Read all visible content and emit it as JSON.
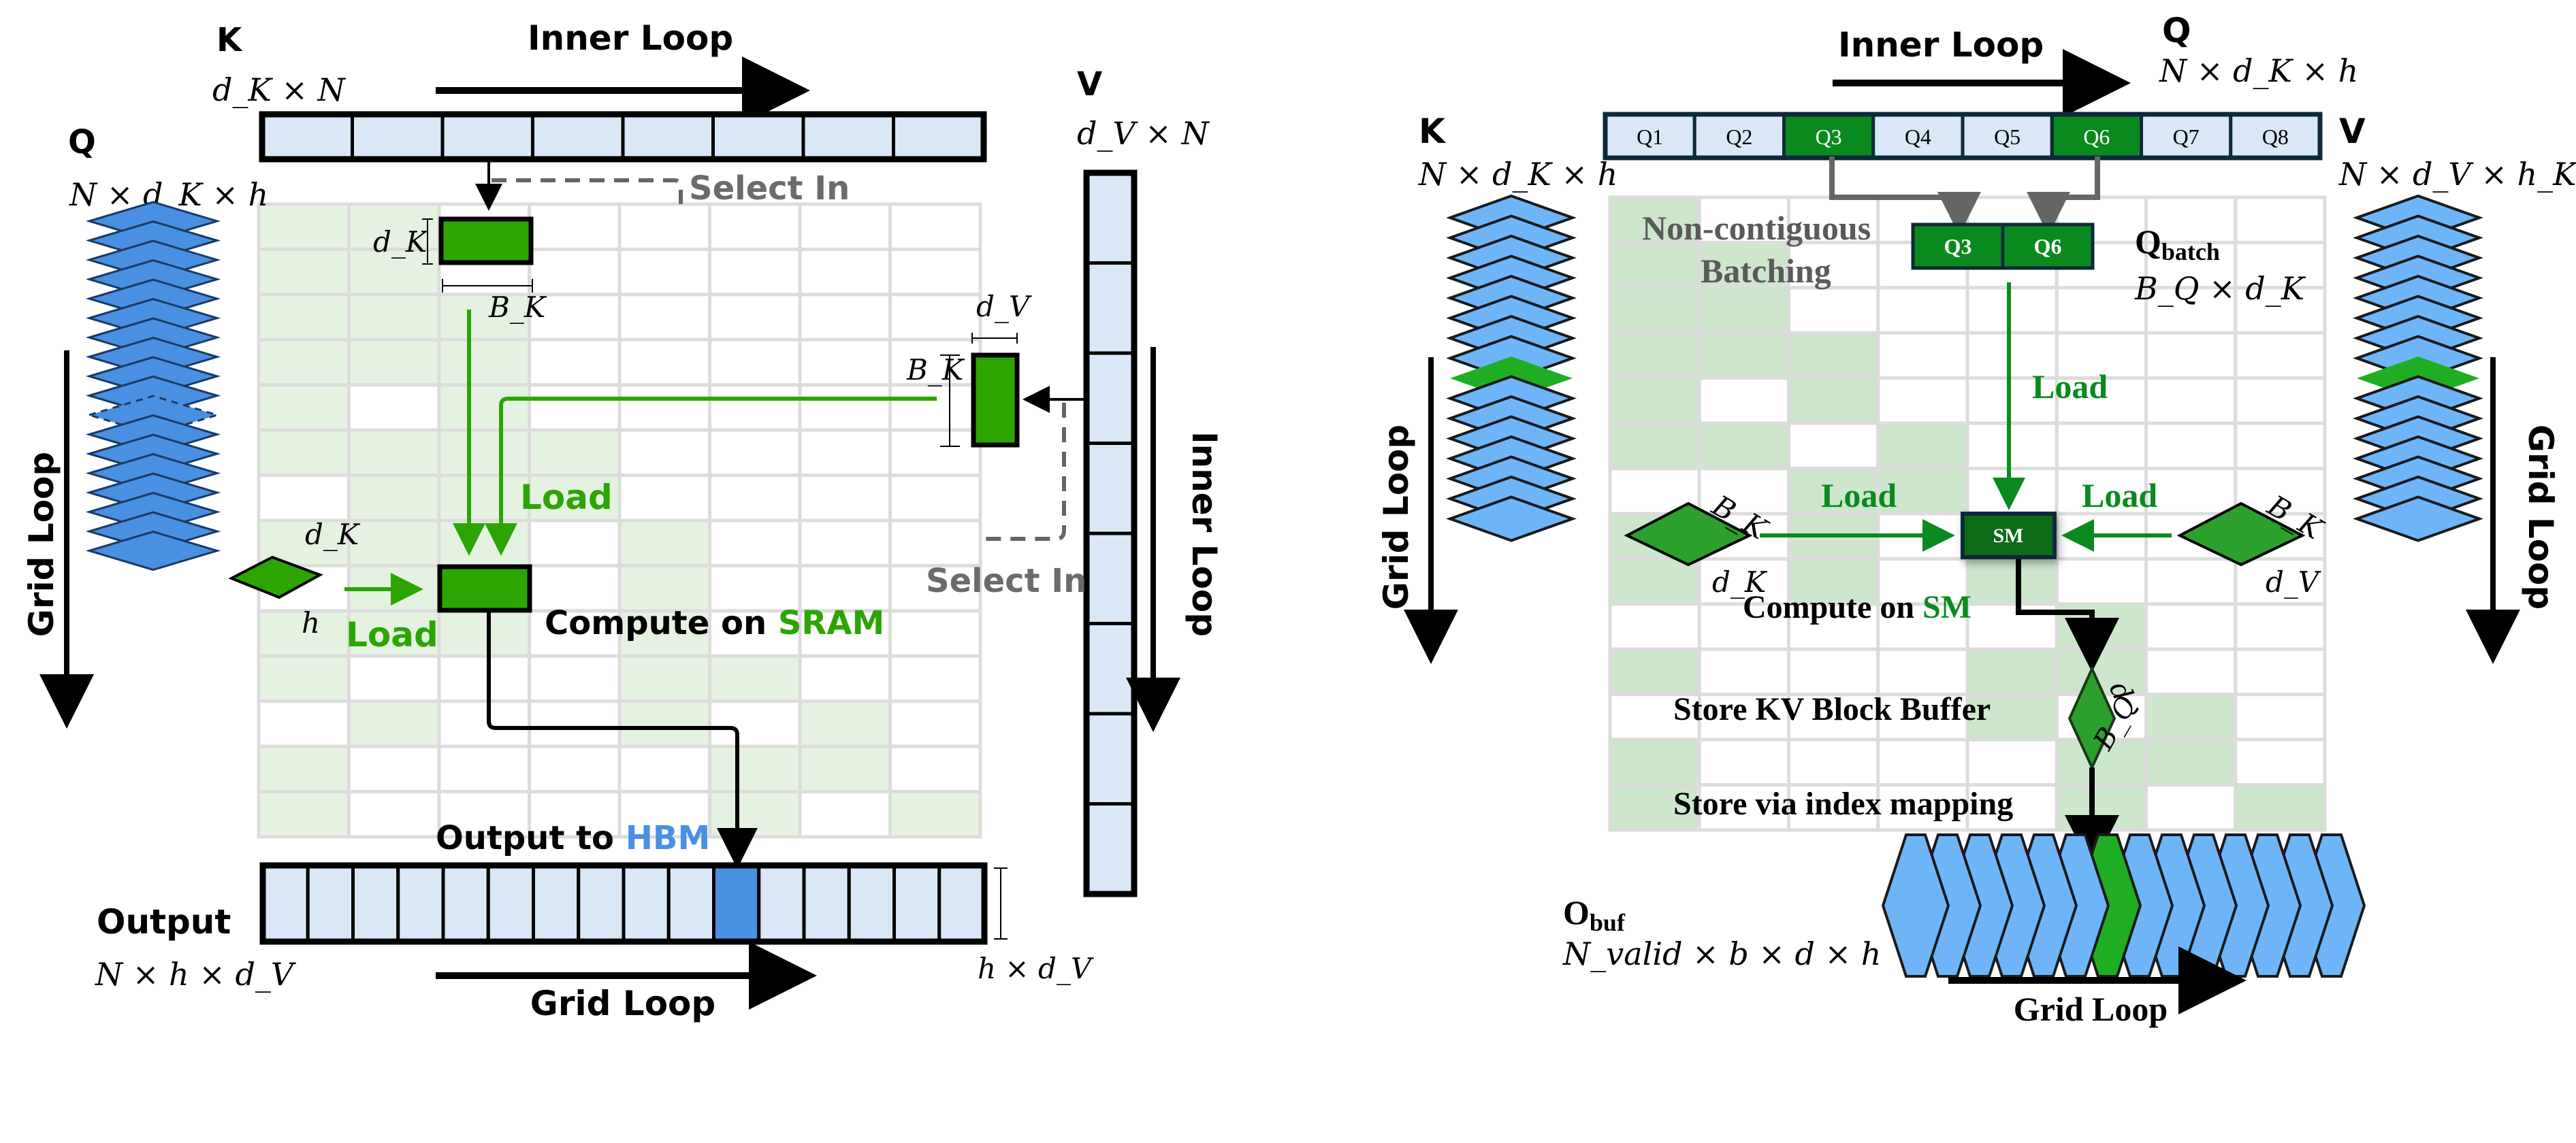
{
  "colors": {
    "cell_light_blue": "#dae7f7",
    "grid_line": "#dcdcdc",
    "grid_green_left": "#e6f2e1",
    "grid_green_right": "#cde6cc",
    "green_block": "#2ca502",
    "green_dark": "#0a8a1e",
    "sm_dark": "#0b6b18",
    "q_blue_left": "#4a90e2",
    "q_blue_right": "#6eb5f8",
    "hbm_blue": "#4a90e2",
    "select_gray": "#6b6b6b",
    "load_green": "#2ca502",
    "load_green_right": "#0a8a1e"
  },
  "left_panel": {
    "k_title": "K",
    "k_dims": "d_K × N",
    "q_title": "Q",
    "q_dims": "N × d_K × h",
    "v_title": "V",
    "v_dims": "d_V × N",
    "inner_loop_top": "Inner Loop",
    "inner_loop_side": "Inner Loop",
    "grid_loop_side": "Grid Loop",
    "grid_loop_bottom": "Grid Loop",
    "select_in_k": "Select In",
    "select_in_v": "Select In",
    "k_block_height_label": "d_K",
    "k_block_width_label": "B_K",
    "v_block_height_label": "B_K",
    "v_block_width_label": "d_V",
    "q_tile_label_top": "d_K",
    "q_tile_label_bottom": "h",
    "load_center": "Load",
    "load_q": "Load",
    "compute_prefix": "Compute on ",
    "compute_highlight": "SRAM",
    "output_prefix": "Output to ",
    "output_highlight": "HBM",
    "output_title": "Output",
    "output_dims": "N × h × d_V",
    "output_cell_dims": "h × d_V",
    "k_cells": 8,
    "v_cells": 8,
    "output_cells": 16,
    "output_highlight_index": 10,
    "q_stack_count": 18,
    "q_stack_selected_index": 10,
    "grid_cols": 8,
    "grid_rows": 14,
    "grid_green_cells": [
      [
        0,
        0
      ],
      [
        0,
        1
      ],
      [
        1,
        0
      ],
      [
        1,
        1
      ],
      [
        2,
        0
      ],
      [
        2,
        1
      ],
      [
        2,
        2
      ],
      [
        3,
        0
      ],
      [
        3,
        1
      ],
      [
        3,
        2
      ],
      [
        4,
        0
      ],
      [
        4,
        2
      ],
      [
        5,
        0
      ],
      [
        5,
        1
      ],
      [
        5,
        2
      ],
      [
        5,
        3
      ],
      [
        6,
        1
      ],
      [
        6,
        2
      ],
      [
        6,
        3
      ],
      [
        7,
        0
      ],
      [
        7,
        1
      ],
      [
        7,
        2
      ],
      [
        7,
        4
      ],
      [
        8,
        1
      ],
      [
        8,
        2
      ],
      [
        8,
        4
      ],
      [
        9,
        0
      ],
      [
        9,
        1
      ],
      [
        9,
        2
      ],
      [
        9,
        4
      ],
      [
        10,
        0
      ],
      [
        10,
        4
      ],
      [
        10,
        5
      ],
      [
        11,
        1
      ],
      [
        11,
        4
      ],
      [
        11,
        6
      ],
      [
        12,
        0
      ],
      [
        12,
        5
      ],
      [
        12,
        6
      ],
      [
        13,
        0
      ],
      [
        13,
        5
      ],
      [
        13,
        7
      ]
    ]
  },
  "right_panel": {
    "inner_loop_top": "Inner Loop",
    "q_title": "Q",
    "q_dims": "N × d_K × h",
    "k_title": "K",
    "k_dims": "N × d_K × h",
    "v_title": "V",
    "v_dims": "N × d_V × h_K",
    "q_cells": [
      "Q1",
      "Q2",
      "Q3",
      "Q4",
      "Q5",
      "Q6",
      "Q7",
      "Q8"
    ],
    "q_selected": [
      "Q3",
      "Q6"
    ],
    "batching_line1": "Non-contiguous",
    "batching_line2": "Batching",
    "qbatch_cells": [
      "Q3",
      "Q6"
    ],
    "qbatch_title": "Q",
    "qbatch_sub": "batch",
    "qbatch_dims": "B_Q × d_K",
    "load_top": "Load",
    "load_left": "Load",
    "load_right": "Load",
    "sm_label": "SM",
    "k_tile_top": "B_K",
    "k_tile_bottom": "d_K",
    "v_tile_top": "B_K",
    "v_tile_bottom": "d_V",
    "compute_prefix": "Compute on ",
    "compute_highlight": "SM",
    "store_kv": "Store KV Block Buffer",
    "store_index": "Store via index mapping",
    "buffer_label_top": "d",
    "buffer_label_bottom": "B_Q",
    "obuf_title": "O",
    "obuf_sub": "buf",
    "obuf_dims": "N_valid × b × d × h",
    "grid_loop_left": "Grid Loop",
    "grid_loop_right": "Grid Loop",
    "grid_loop_bottom": "Grid Loop",
    "k_stack_count": 16,
    "k_stack_selected_index": 8,
    "v_stack_count": 16,
    "v_stack_selected_index": 8,
    "obuf_count": 14,
    "obuf_selected_index": 6,
    "grid_cols": 8,
    "grid_rows": 14,
    "grid_green_cells": [
      [
        0,
        0
      ],
      [
        1,
        0
      ],
      [
        1,
        1
      ],
      [
        2,
        0
      ],
      [
        2,
        1
      ],
      [
        3,
        0
      ],
      [
        3,
        1
      ],
      [
        3,
        2
      ],
      [
        4,
        0
      ],
      [
        4,
        2
      ],
      [
        5,
        0
      ],
      [
        5,
        1
      ],
      [
        5,
        3
      ],
      [
        6,
        2
      ],
      [
        6,
        3
      ],
      [
        7,
        0
      ],
      [
        7,
        2
      ],
      [
        7,
        4
      ],
      [
        8,
        0
      ],
      [
        8,
        2
      ],
      [
        8,
        4
      ],
      [
        9,
        5
      ],
      [
        10,
        0
      ],
      [
        10,
        4
      ],
      [
        10,
        5
      ],
      [
        11,
        4
      ],
      [
        11,
        6
      ],
      [
        12,
        0
      ],
      [
        12,
        5
      ],
      [
        12,
        6
      ],
      [
        13,
        0
      ],
      [
        13,
        5
      ],
      [
        13,
        7
      ]
    ]
  }
}
